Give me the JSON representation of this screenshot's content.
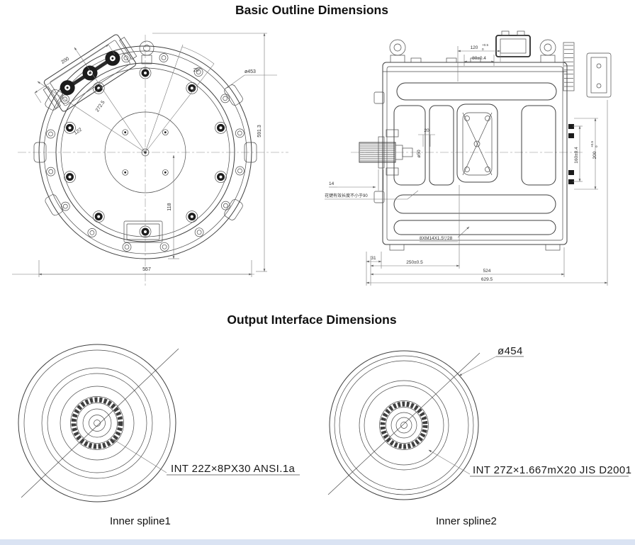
{
  "page": {
    "title1": "Basic Outline Dimensions",
    "title2": "Output Interface Dimensions",
    "accent_bar_color": "#dae3f3"
  },
  "front_view": {
    "dims": {
      "bracket_length": "200",
      "angle": "20°",
      "outer_diameter": "ø453",
      "radial_272": "272.5",
      "radial_122": "122",
      "offset_118": "118",
      "overall_height": "591.3",
      "overall_width": "557"
    }
  },
  "side_view": {
    "dims": {
      "top_120": "120",
      "top_120_tol_upper": "+0.5",
      "top_120_tol_lower": "0",
      "top_80": "80±0.4",
      "right_160": "160±0.4",
      "right_200": "200",
      "right_200_tol_upper": "+0.5",
      "right_200_tol_lower": "0",
      "shaft_20": "20",
      "shaft_diameter": "ø50",
      "left_14": "14",
      "spline_note": "花键有效长度不小于90",
      "thread_callout": "8XM14X1.5▽28",
      "bottom_31": "31",
      "bottom_250": "250±0.5",
      "bottom_524": "524",
      "bottom_629": "629.5"
    }
  },
  "spline1": {
    "callout": "INT 22Z×8PX30 ANSI.1a",
    "label": "Inner spline1"
  },
  "spline2": {
    "diameter": "ø454",
    "callout": "INT 27Z×1.667mX20 JIS D2001",
    "label": "Inner spline2"
  }
}
